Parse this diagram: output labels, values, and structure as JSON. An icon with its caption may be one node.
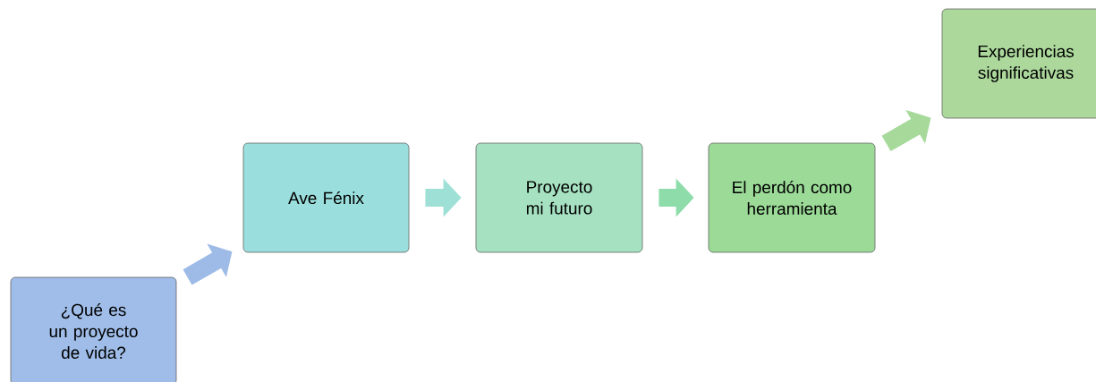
{
  "diagram": {
    "nodes": [
      {
        "text": [
          "¿Qué es un proyecto de vida?"
        ]
      },
      {
        "text": [
          "Ave Fénix"
        ]
      },
      {
        "text": [
          "Proyecto mi futuro"
        ]
      },
      {
        "text": [
          "El perdón como herramienta"
        ]
      },
      {
        "text": [
          "Experiencias significativas"
        ]
      }
    ],
    "edges": [
      {
        "from": 0,
        "to": 1,
        "arrow": "to",
        "color": "#9dbbe6"
      },
      {
        "from": 1,
        "to": 2,
        "arrow": "to",
        "color": "#9fe0d6"
      },
      {
        "from": 2,
        "to": 3,
        "arrow": "to",
        "color": "#8fdcab"
      },
      {
        "from": 3,
        "to": 4,
        "arrow": "to",
        "color": "#a6d99a"
      }
    ]
  }
}
